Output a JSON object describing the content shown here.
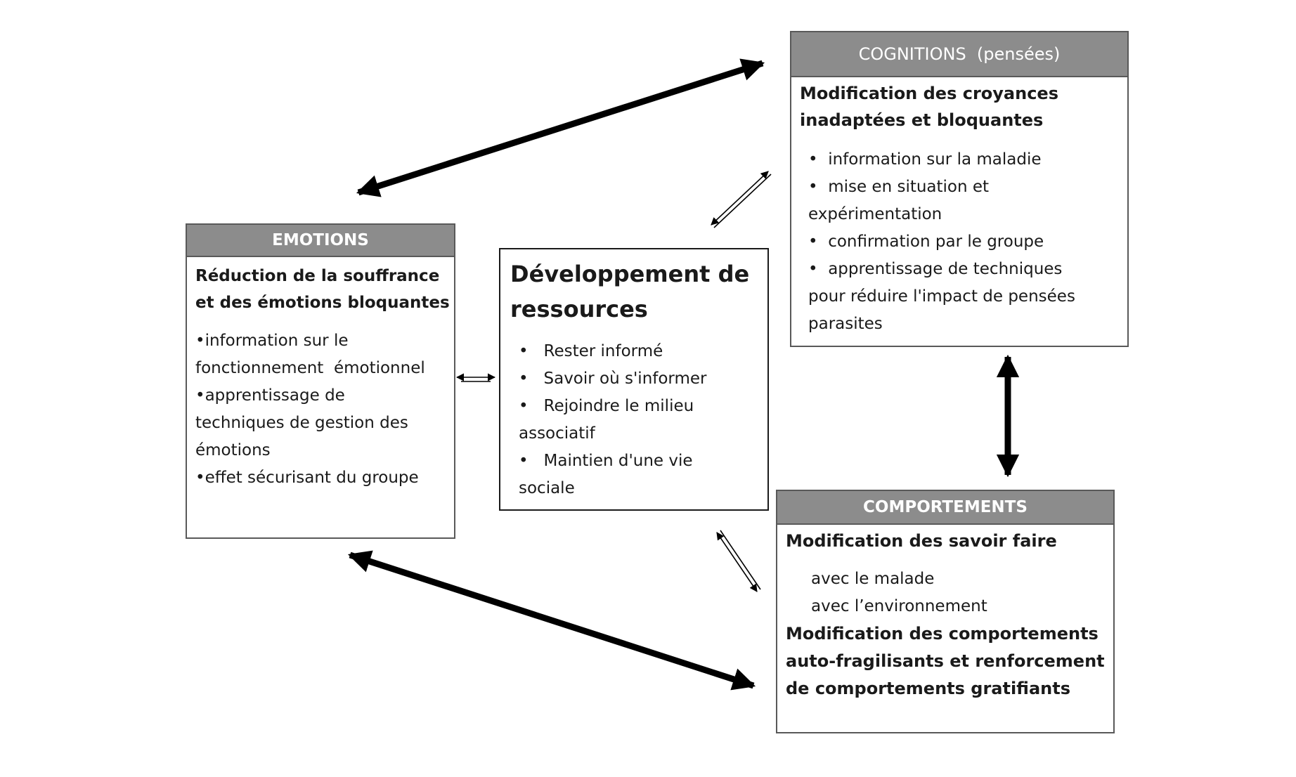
{
  "colors": {
    "header_bg": "#8c8c8c",
    "header_text": "#ffffff",
    "border": "#595959",
    "arrow": "#000000",
    "text": "#1a1a1a"
  },
  "emotions": {
    "header": "EMOTIONS",
    "title_lines": [
      "Réduction de la souffrance",
      "et des émotions bloquantes"
    ],
    "items": [
      "•information sur le",
      "fonctionnement  émotionnel",
      "•apprentissage de",
      "techniques de gestion des",
      "émotions",
      "•effet sécurisant du groupe"
    ]
  },
  "cognitions": {
    "header": "COGNITIONS  (pensées)",
    "title_lines": [
      "Modification des croyances",
      "inadaptées et bloquantes"
    ],
    "items": [
      "•  information sur la maladie",
      "•  mise en situation et",
      "expérimentation",
      "•  confirmation par le groupe",
      "•  apprentissage de techniques",
      "pour réduire l'impact de pensées",
      "parasites"
    ]
  },
  "ressources": {
    "title_lines": [
      "Développement de",
      "ressources"
    ],
    "items": [
      "•   Rester informé",
      "•   Savoir où s'informer",
      "•   Rejoindre le milieu",
      "associatif",
      "•   Maintien d'une vie",
      "sociale"
    ]
  },
  "comportements": {
    "header": "COMPORTEMENTS",
    "title_1": "Modification des savoir faire",
    "sub_items": [
      "avec le malade",
      "avec l’environnement"
    ],
    "title_2_lines": [
      "Modification des comportements",
      "auto-fragilisants et renforcement",
      "de comportements gratifiants"
    ]
  }
}
